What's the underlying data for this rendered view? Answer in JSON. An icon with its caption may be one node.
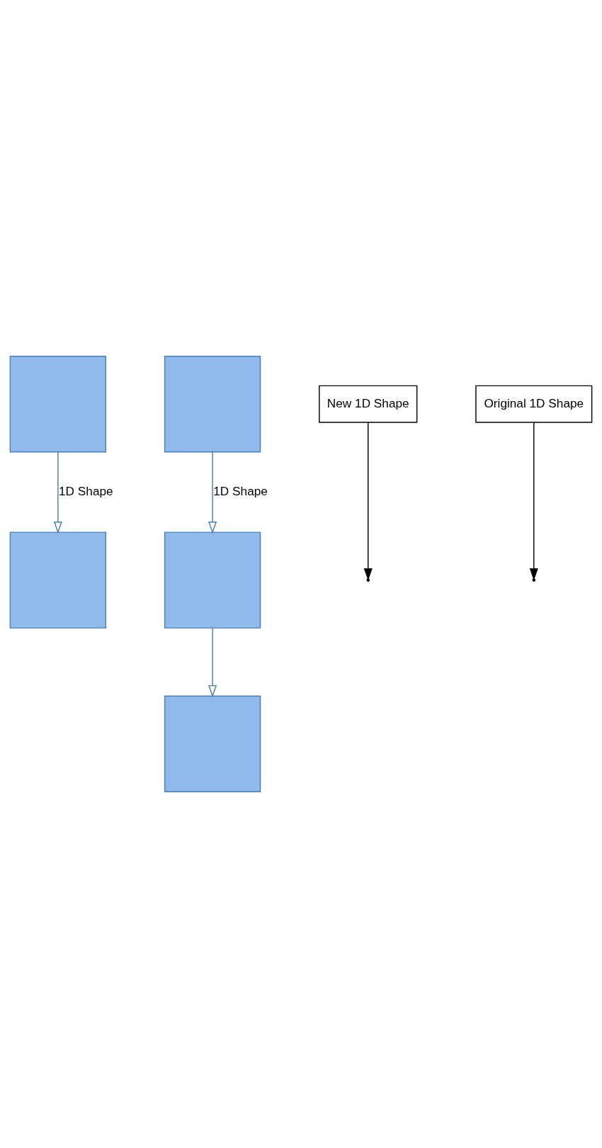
{
  "diagram": {
    "nodes": [
      {
        "text": [],
        "shape": "box"
      },
      {
        "text": [],
        "shape": "box"
      },
      {
        "text": [],
        "shape": "box"
      },
      {
        "text": [],
        "shape": "box"
      },
      {
        "text": [],
        "shape": "box"
      },
      {
        "text": [
          "New 1D Shape"
        ]
      },
      {
        "text": [
          "Original 1D Shape"
        ]
      }
    ],
    "edges": [
      {
        "from": 0,
        "to": 1,
        "arrow": "to",
        "label": "1D Shape"
      },
      {
        "from": 2,
        "to": 3,
        "arrow": "to",
        "label": "1D Shape"
      },
      {
        "from": 3,
        "to": 4,
        "arrow": "to"
      },
      {
        "from": 5,
        "to": null,
        "arrow": "to",
        "color": "#000000"
      },
      {
        "from": 6,
        "to": null,
        "arrow": "to",
        "color": "#000000"
      }
    ]
  }
}
